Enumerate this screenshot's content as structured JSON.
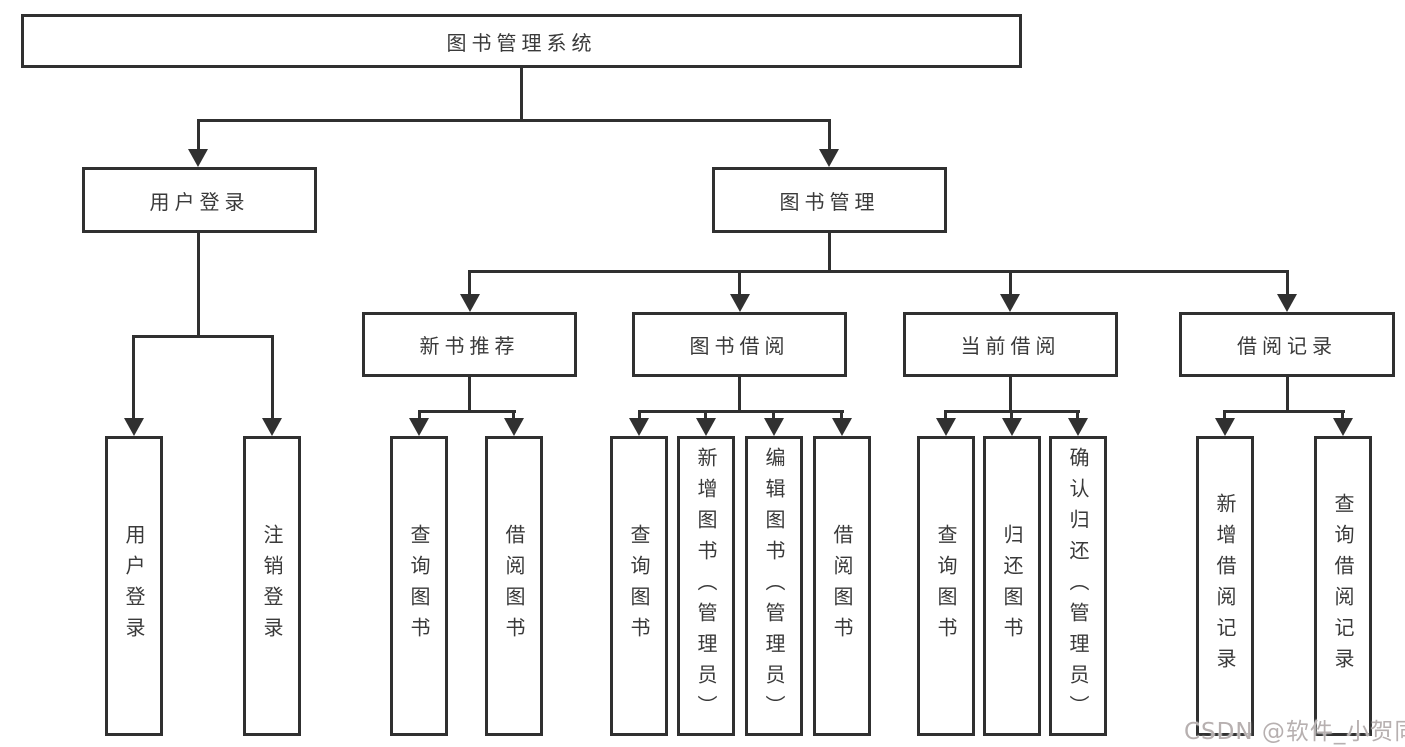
{
  "diagram": {
    "root": {
      "label": "图书管理系统"
    },
    "level1": [
      {
        "label": "用户登录"
      },
      {
        "label": "图书管理"
      }
    ],
    "level2": [
      {
        "label": "新书推荐"
      },
      {
        "label": "图书借阅"
      },
      {
        "label": "当前借阅"
      },
      {
        "label": "借阅记录"
      }
    ],
    "leaves": {
      "user_login": [
        "用户登录",
        "注销登录"
      ],
      "new_books": [
        "查询图书",
        "借阅图书"
      ],
      "book_borrow": [
        "查询图书",
        "新增图书（管理员）",
        "编辑图书（管理员）",
        "借阅图书"
      ],
      "current_borrow": [
        "查询图书",
        "归还图书",
        "确认归还（管理员）"
      ],
      "borrow_records": [
        "新增借阅记录",
        "查询借阅记录"
      ]
    }
  },
  "watermark": {
    "text": "CSDN @软件_小贺同学"
  },
  "colors": {
    "line": "#303030",
    "text": "#3a3a3a",
    "watermark": "#b7b0b0",
    "background": "#ffffff"
  }
}
